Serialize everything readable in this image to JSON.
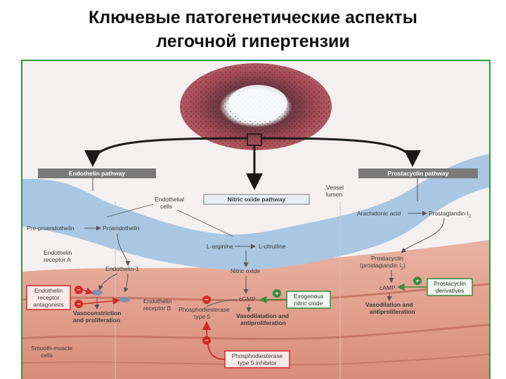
{
  "slide": {
    "title_line1": "Ключевые патогенетические аспекты",
    "title_line2": "легочной гипертензии"
  },
  "pathways": {
    "endothelin": "Endothelin pathway",
    "nitric_oxide": "Nitric oxide pathway",
    "prostacyclin": "Prostacyclin pathway"
  },
  "labels": {
    "endothelial_cells_1": "Endothelial",
    "endothelial_cells_2": "cells",
    "vessel_lumen_1": "Vessel",
    "vessel_lumen_2": "lumen",
    "preproendothelin": "Pre-proendothelin",
    "proendothelin": "Proendothelin",
    "l_arginine": "L-arginine",
    "l_citrulline": "L-citrulline",
    "arachidonic_acid": "Arachidonic acid",
    "prostaglandin_i2": "Prostaglandin I",
    "prostaglandin_sub": "2",
    "endothelin_receptor_a_1": "Endothelin",
    "endothelin_receptor_a_2": "receptor A",
    "endothelin_1": "Endothelin-1",
    "nitric_oxide": "Nitric oxide",
    "prostacyclin_1": "Prostacyclin",
    "prostacyclin_2": "(prostaglandin I",
    "prostacyclin_2_sub": "2",
    "prostacyclin_2_end": ")",
    "endothelin_receptor_b_1": "Endothelin",
    "endothelin_receptor_b_2": "receptor B",
    "vasoconstriction_1": "Vasoconstriction",
    "vasoconstriction_2": "and proliferation",
    "cgmp": "cGMP",
    "camp": "cAMP",
    "phosphodiesterase_1": "Phosphodiesterase",
    "phosphodiesterase_2": "type 5",
    "vasodilatation_1": "Vasodilatation and",
    "vasodilatation_2": "antiproliferation",
    "vasodilation_1": "Vasodilation and",
    "vasodilation_2": "antiproliferation",
    "smooth_muscle_1": "Smooth-muscle",
    "smooth_muscle_2": "cells"
  },
  "drug_boxes": {
    "endothelin_antagonists_1": "Endothelin",
    "endothelin_antagonists_2": "receptor",
    "endothelin_antagonists_3": "antagonists",
    "exogenous_no_1": "Exogenous",
    "exogenous_no_2": "nitric oxide",
    "prostacyclin_derivatives_1": "Prostacyclin",
    "prostacyclin_derivatives_2": "derivatives",
    "pde5_inhibitor_1": "Phosphodiesterase",
    "pde5_inhibitor_2": "type 5 inhibitor"
  },
  "signs": {
    "plus": "+",
    "minus": "−"
  },
  "colors": {
    "frame": "#2f9a3a",
    "endothelium": "#a9c6e2",
    "muscle": "#e0a08f",
    "inhibit_red": "#d22a2a",
    "stimulate_green": "#3b8a3b",
    "header_box": "#7a7a7a"
  }
}
